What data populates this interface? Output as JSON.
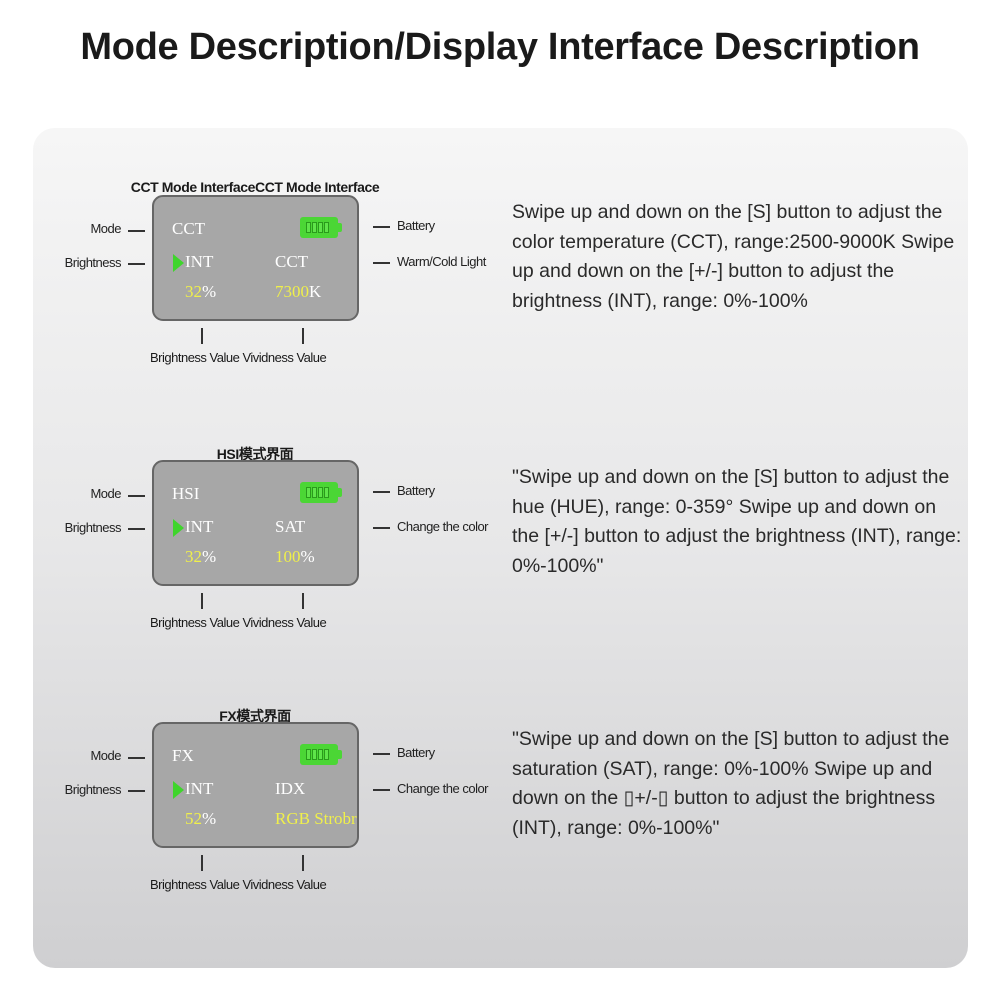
{
  "title": "Mode Description/Display Interface Description",
  "colors": {
    "lcd": "#a7a7a7",
    "value": "#f0f04a",
    "indicator": "#3fd52c",
    "battery": "#4bd635"
  },
  "sections": [
    {
      "title": "CCT Mode InterfaceCCT Mode Interface",
      "mode": "CCT",
      "int": "INT",
      "param": "CCT",
      "int_value": "32",
      "int_unit": "%",
      "param_value": "7300",
      "param_unit": "K",
      "left_labels": [
        "Mode",
        "Brightness"
      ],
      "right_labels": [
        "Battery",
        "Warm/Cold Light"
      ],
      "bottom_labels": [
        "Brightness Value",
        "Vividness Value"
      ],
      "description": "Swipe up and down on the [S] button to adjust the color temperature (CCT), range:2500-9000K Swipe up and down on the [+/-] button to adjust the brightness (INT), range: 0%-100%"
    },
    {
      "title": "HSI模式界面",
      "mode": "HSI",
      "int": "INT",
      "param": "SAT",
      "int_value": "32",
      "int_unit": "%",
      "param_value": "100",
      "param_unit": "%",
      "left_labels": [
        "Mode",
        "Brightness"
      ],
      "right_labels": [
        "Battery",
        "Change the color"
      ],
      "bottom_labels": [
        "Brightness Value",
        "Vividness Value"
      ],
      "description": "\"Swipe up and down on the [S] button to adjust the hue (HUE), range: 0-359° Swipe up and down on the [+/-] button to adjust the brightness (INT), range: 0%-100%\""
    },
    {
      "title": "FX模式界面",
      "mode": "FX",
      "int": "INT",
      "param": "IDX",
      "int_value": "52",
      "int_unit": "%",
      "param_value": "RGB Strobr",
      "param_unit": "",
      "left_labels": [
        "Mode",
        "Brightness"
      ],
      "right_labels": [
        "Battery",
        "Change the color"
      ],
      "bottom_labels": [
        "Brightness Value",
        "Vividness Value"
      ],
      "description": "\"Swipe up and down on the [S] button to adjust the saturation (SAT), range: 0%-100% Swipe up and down on the ▯+/-▯ button to adjust the brightness (INT), range: 0%-100%\""
    }
  ]
}
